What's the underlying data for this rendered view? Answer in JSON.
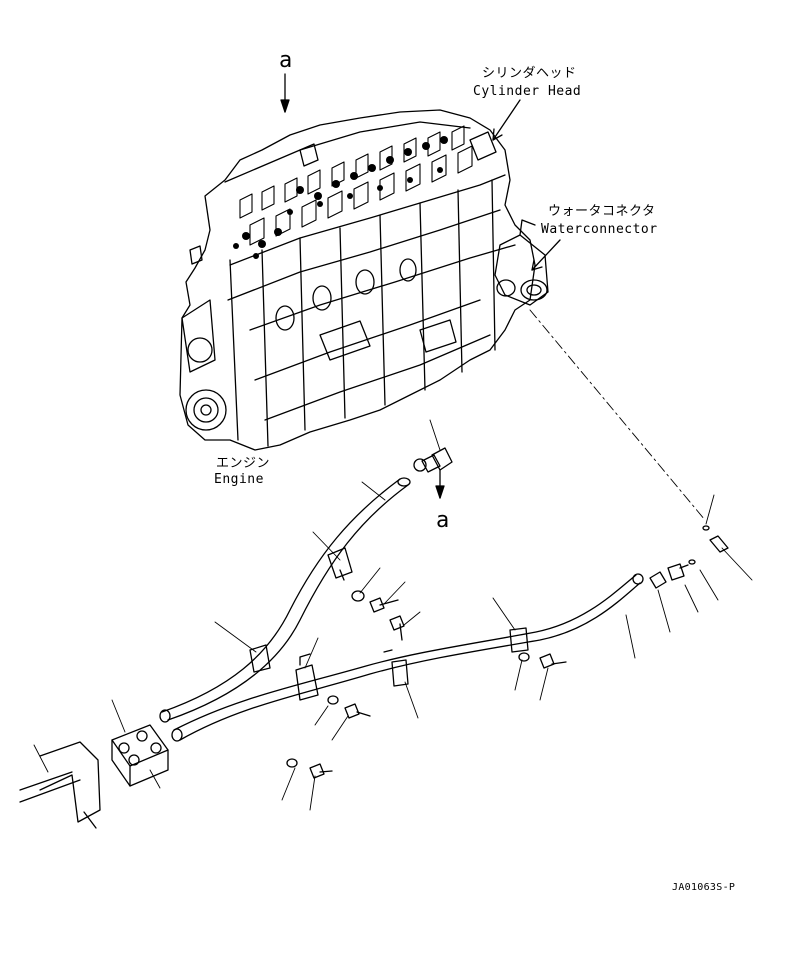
{
  "labels": {
    "view_a_top": "a",
    "view_a_bottom": "a",
    "cylinder_head_jp": "シリンダヘッド",
    "cylinder_head_en": "Cylinder Head",
    "water_connector_jp": "ウォータコネクタ",
    "water_connector_en": "Waterconnector",
    "engine_jp": "エンジン",
    "engine_en": "Engine",
    "drawing_code": "JA01063S-P"
  }
}
